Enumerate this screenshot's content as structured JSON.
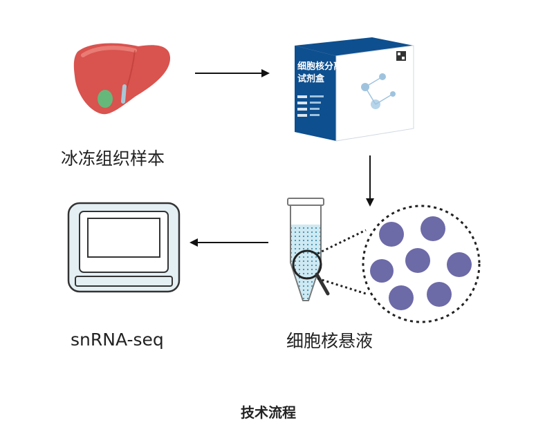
{
  "steps": {
    "frozen_tissue": "冰冻组织样本",
    "kit_title_line1": "细胞核分离",
    "kit_title_line2": "试剂盒",
    "nuclei_suspension": "细胞核悬液",
    "sequencing": "snRNA-seq"
  },
  "caption": "技术流程",
  "colors": {
    "liver": "#d9534f",
    "gallbladder": "#66b87a",
    "kit_blue": "#0e4f8f",
    "tube_liquid": "#cfe9f2",
    "nucleus": "#6d6aa8",
    "arrow": "#111111"
  }
}
